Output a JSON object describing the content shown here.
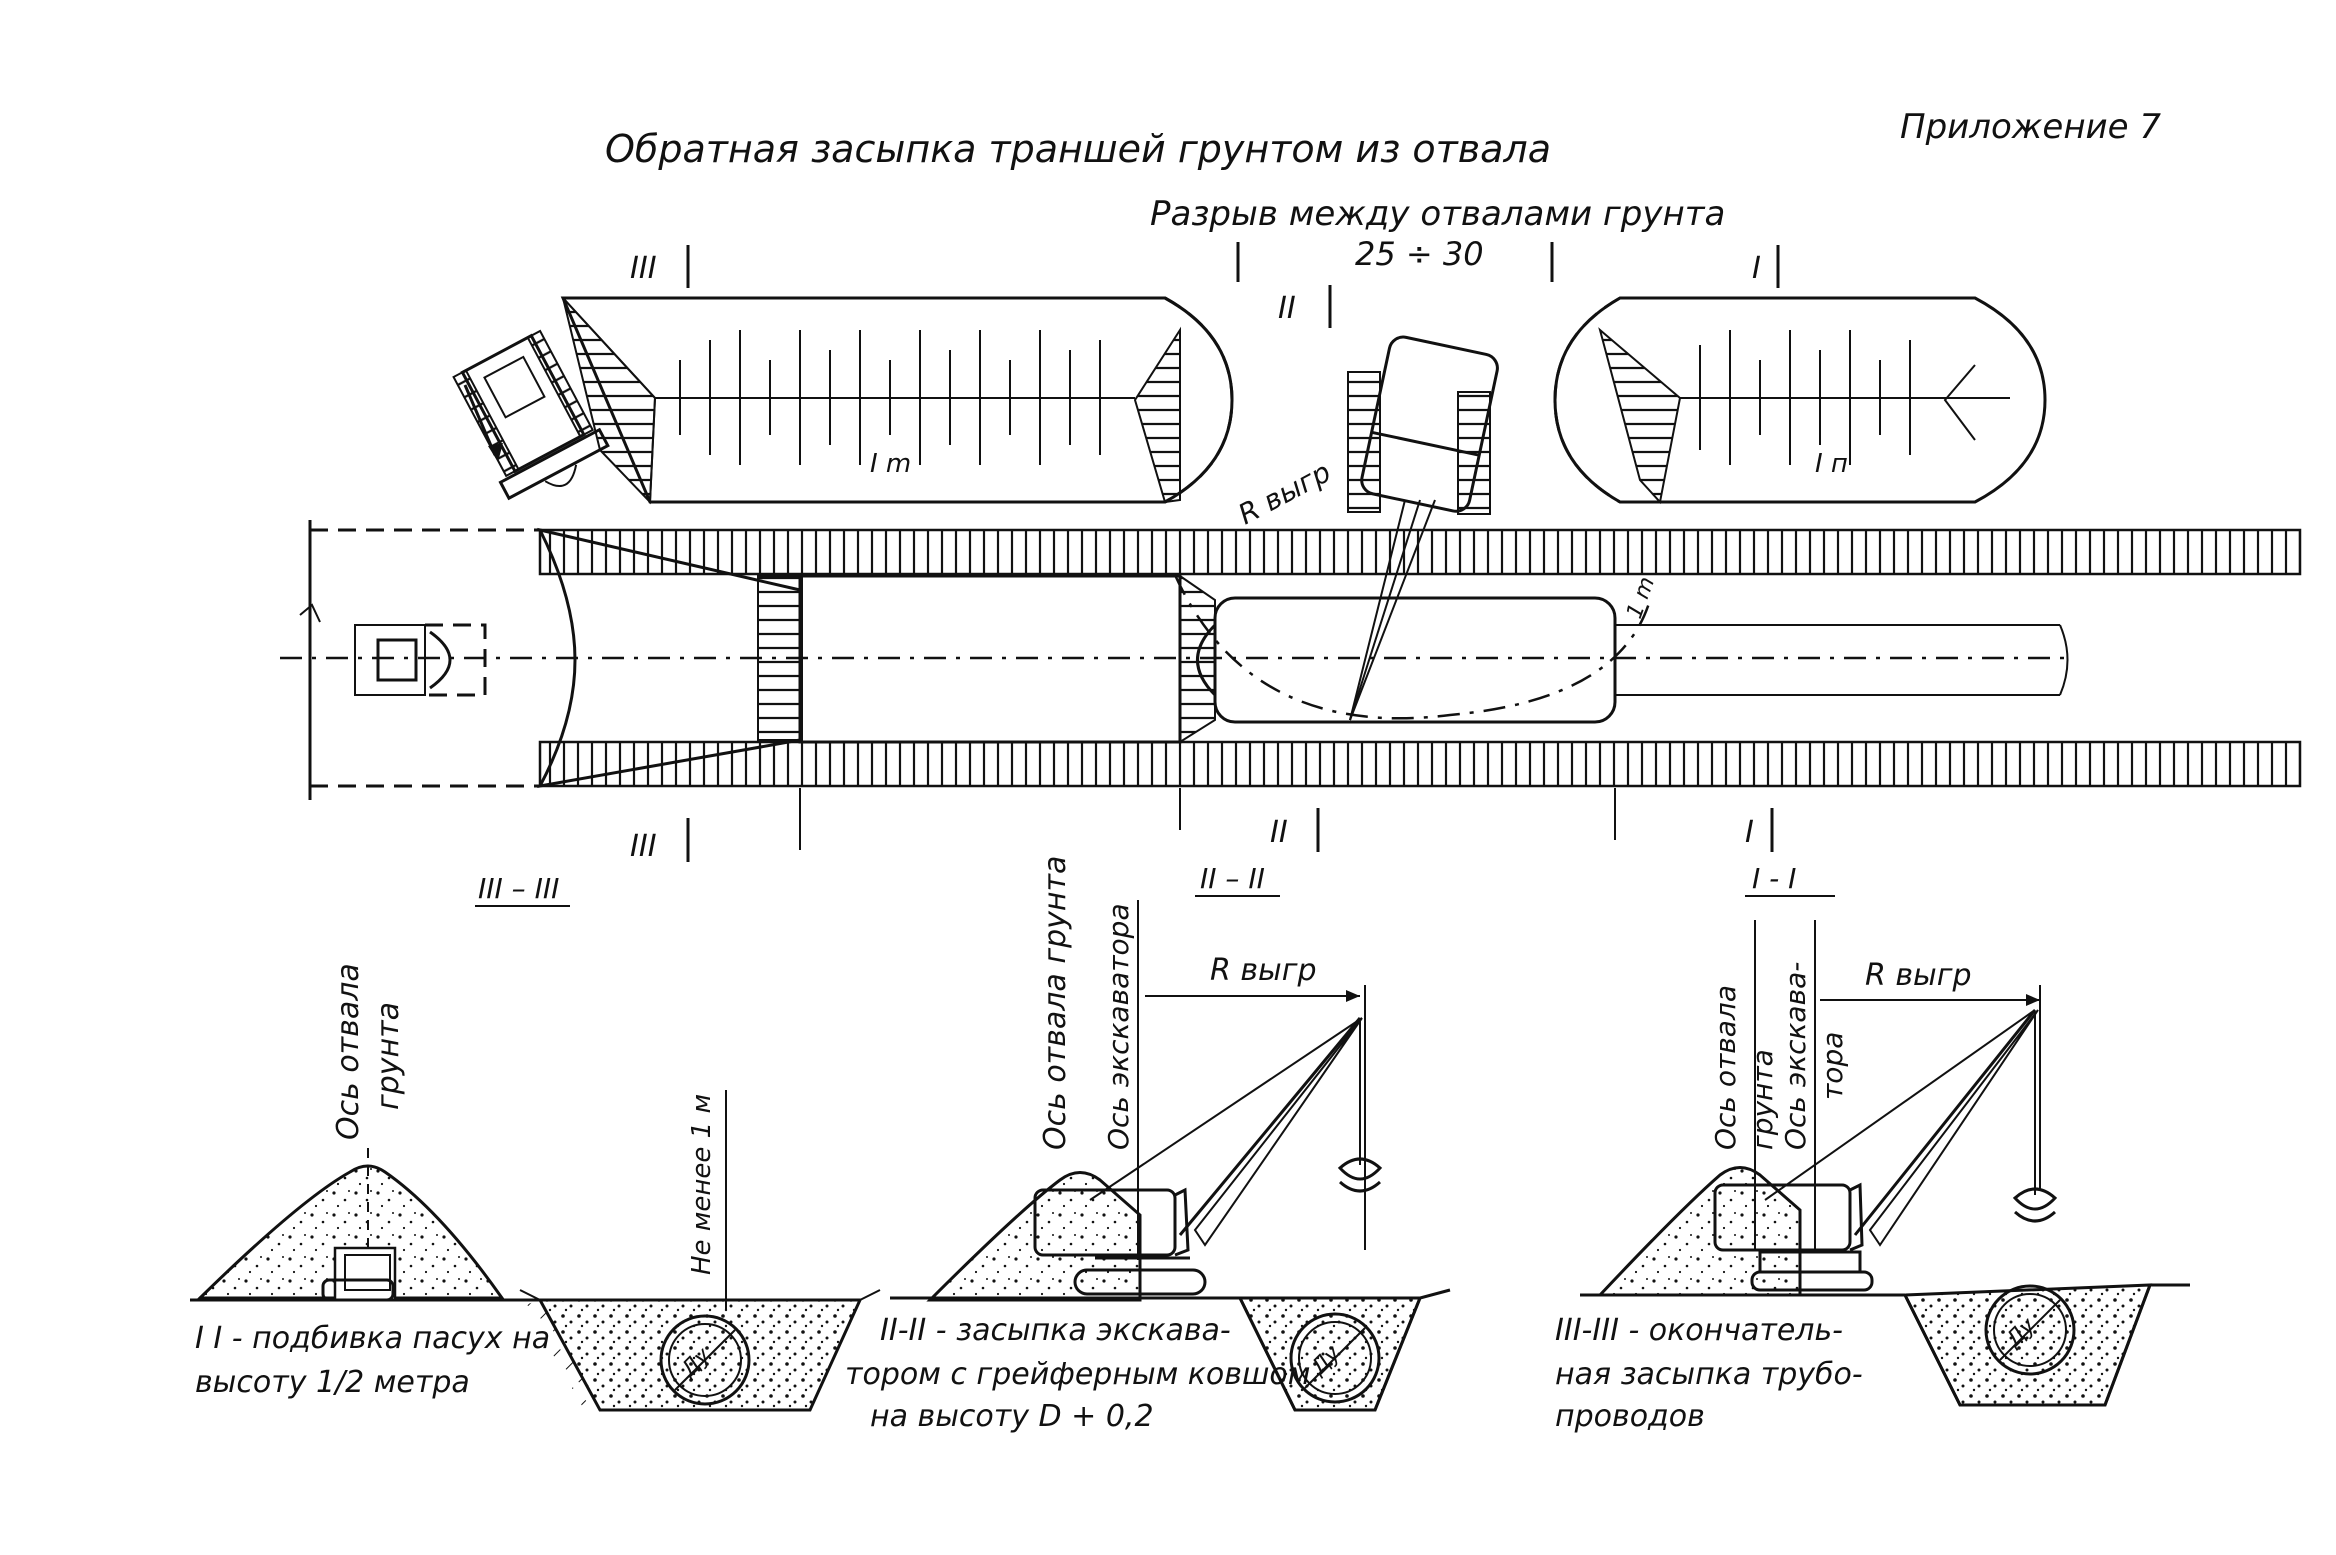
{
  "header": {
    "title": "Обратная засыпка траншей грунтом из отвала",
    "appendix": "Приложение 7"
  },
  "plan": {
    "gap_label_line1": "Разрыв между отвалами грунта",
    "gap_label_line2": "25 ÷ 30",
    "mark_III": "III",
    "mark_II": "II",
    "mark_I": "I",
    "pile_label_left": "I m",
    "pile_label_right": "I п",
    "radius_label": "R выгр",
    "one_m_label": "1 m"
  },
  "sections": {
    "s3": {
      "title": "III – III",
      "axis_spoil_line1": "Ось отвала",
      "axis_spoil_line2": "грунта",
      "min_depth": "Не менее 1 м",
      "caption_line1": "I I - подбивка пасух на",
      "caption_line2": "высоту 1/2 метра"
    },
    "s2": {
      "title": "II – II",
      "axis_spoil": "Ось отвала грунта",
      "axis_excavator": "Ось экскаватора",
      "radius_label": "R выгр",
      "pipe_label": "Ду",
      "caption_line1": "II-II - засыпка экскава-",
      "caption_line2": "тором с грейферным ковшом",
      "caption_line3": "на высоту  D + 0,2"
    },
    "s1": {
      "title": "I - I",
      "axis_spoil_line1": "Ось отвала",
      "axis_spoil_line2": "грунта",
      "axis_excavator_line1": "Ось экскава-",
      "axis_excavator_line2": "тора",
      "radius_label": "R выгр",
      "pipe_label": "Ду",
      "caption_line1": "III-III - окончатель-",
      "caption_line2": "ная засыпка трубо-",
      "caption_line3": "проводов"
    },
    "s3_pipe_label": "Ду"
  }
}
